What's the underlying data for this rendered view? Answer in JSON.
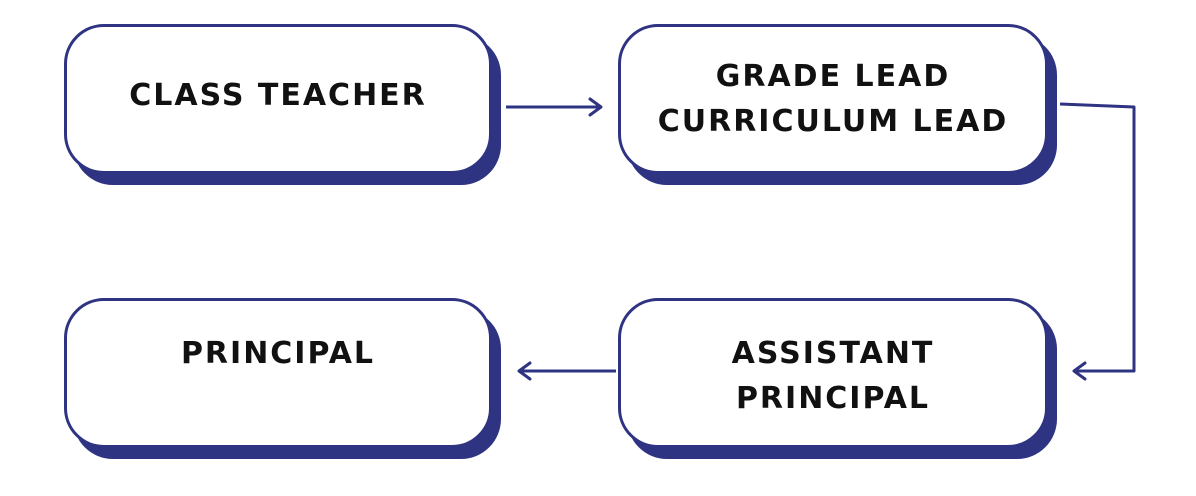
{
  "diagram": {
    "colors": {
      "accent": "#2e3382",
      "text": "#111111",
      "background": "#ffffff"
    },
    "nodes": {
      "class_teacher": {
        "lines": [
          "CLASS TEACHER"
        ]
      },
      "grade_lead": {
        "lines": [
          "GRADE LEAD",
          "CURRICULUM LEAD"
        ]
      },
      "assistant_principal": {
        "lines": [
          "ASSISTANT",
          "PRINCIPAL"
        ]
      },
      "principal": {
        "lines": [
          "PRINCIPAL"
        ]
      }
    },
    "flow": [
      "class_teacher",
      "grade_lead",
      "assistant_principal",
      "principal"
    ]
  }
}
